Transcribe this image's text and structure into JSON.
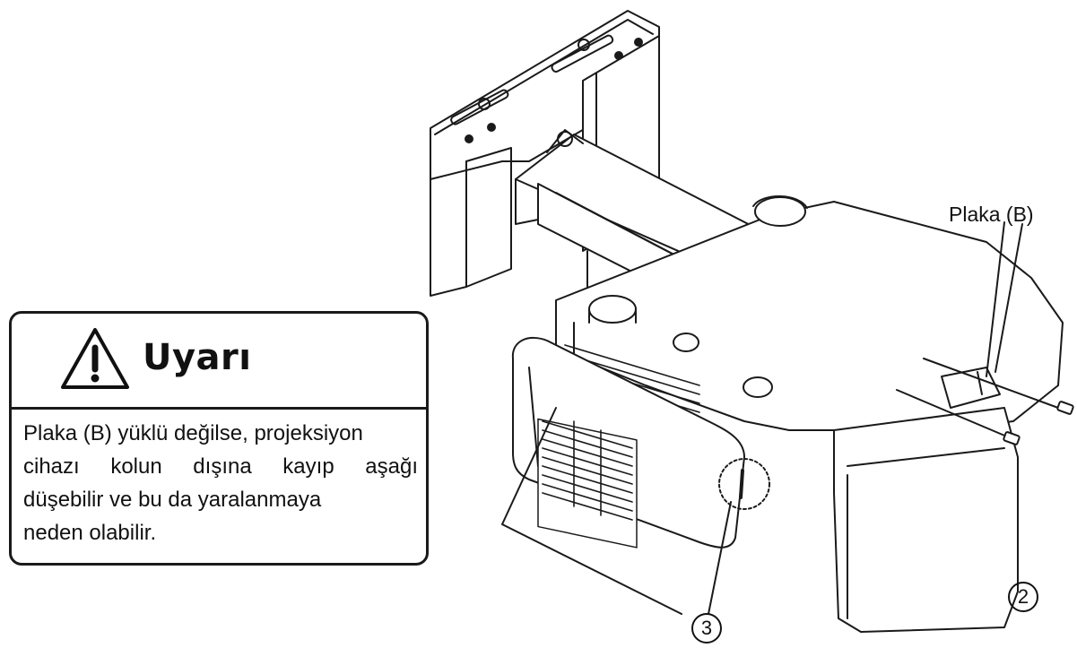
{
  "warning": {
    "title": "Uyarı",
    "lines": [
      "Plaka (B) yüklü değilse, projeksiyon",
      "cihazı kolun dışına kayıp aşağı",
      "düşebilir ve bu da yaralanmaya",
      "neden olabilir."
    ]
  },
  "labels": {
    "plate_b": "Plaka (B)",
    "callout_2": "2",
    "callout_3": "3"
  }
}
